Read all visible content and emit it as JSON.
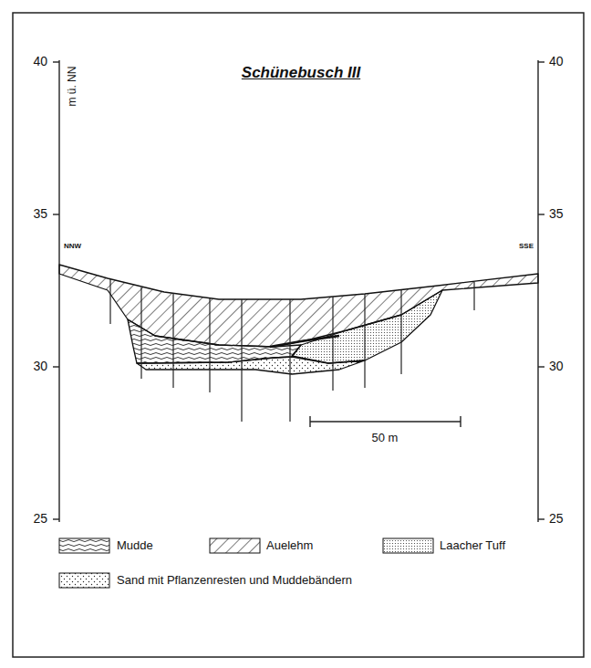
{
  "diagram": {
    "title": "Schünebusch III",
    "labels": [
      "40",
      "35",
      "30",
      "25",
      "40",
      "35",
      "30",
      "25",
      "m ü. NN",
      "NNW",
      "SSE",
      "50 m"
    ],
    "legend": [
      {
        "text": "Mudde"
      },
      {
        "text": "Auelehm"
      },
      {
        "text": "Laacher Tuff"
      },
      {
        "text": "Sand mit Pflanzenresten und Muddebändern"
      }
    ]
  }
}
